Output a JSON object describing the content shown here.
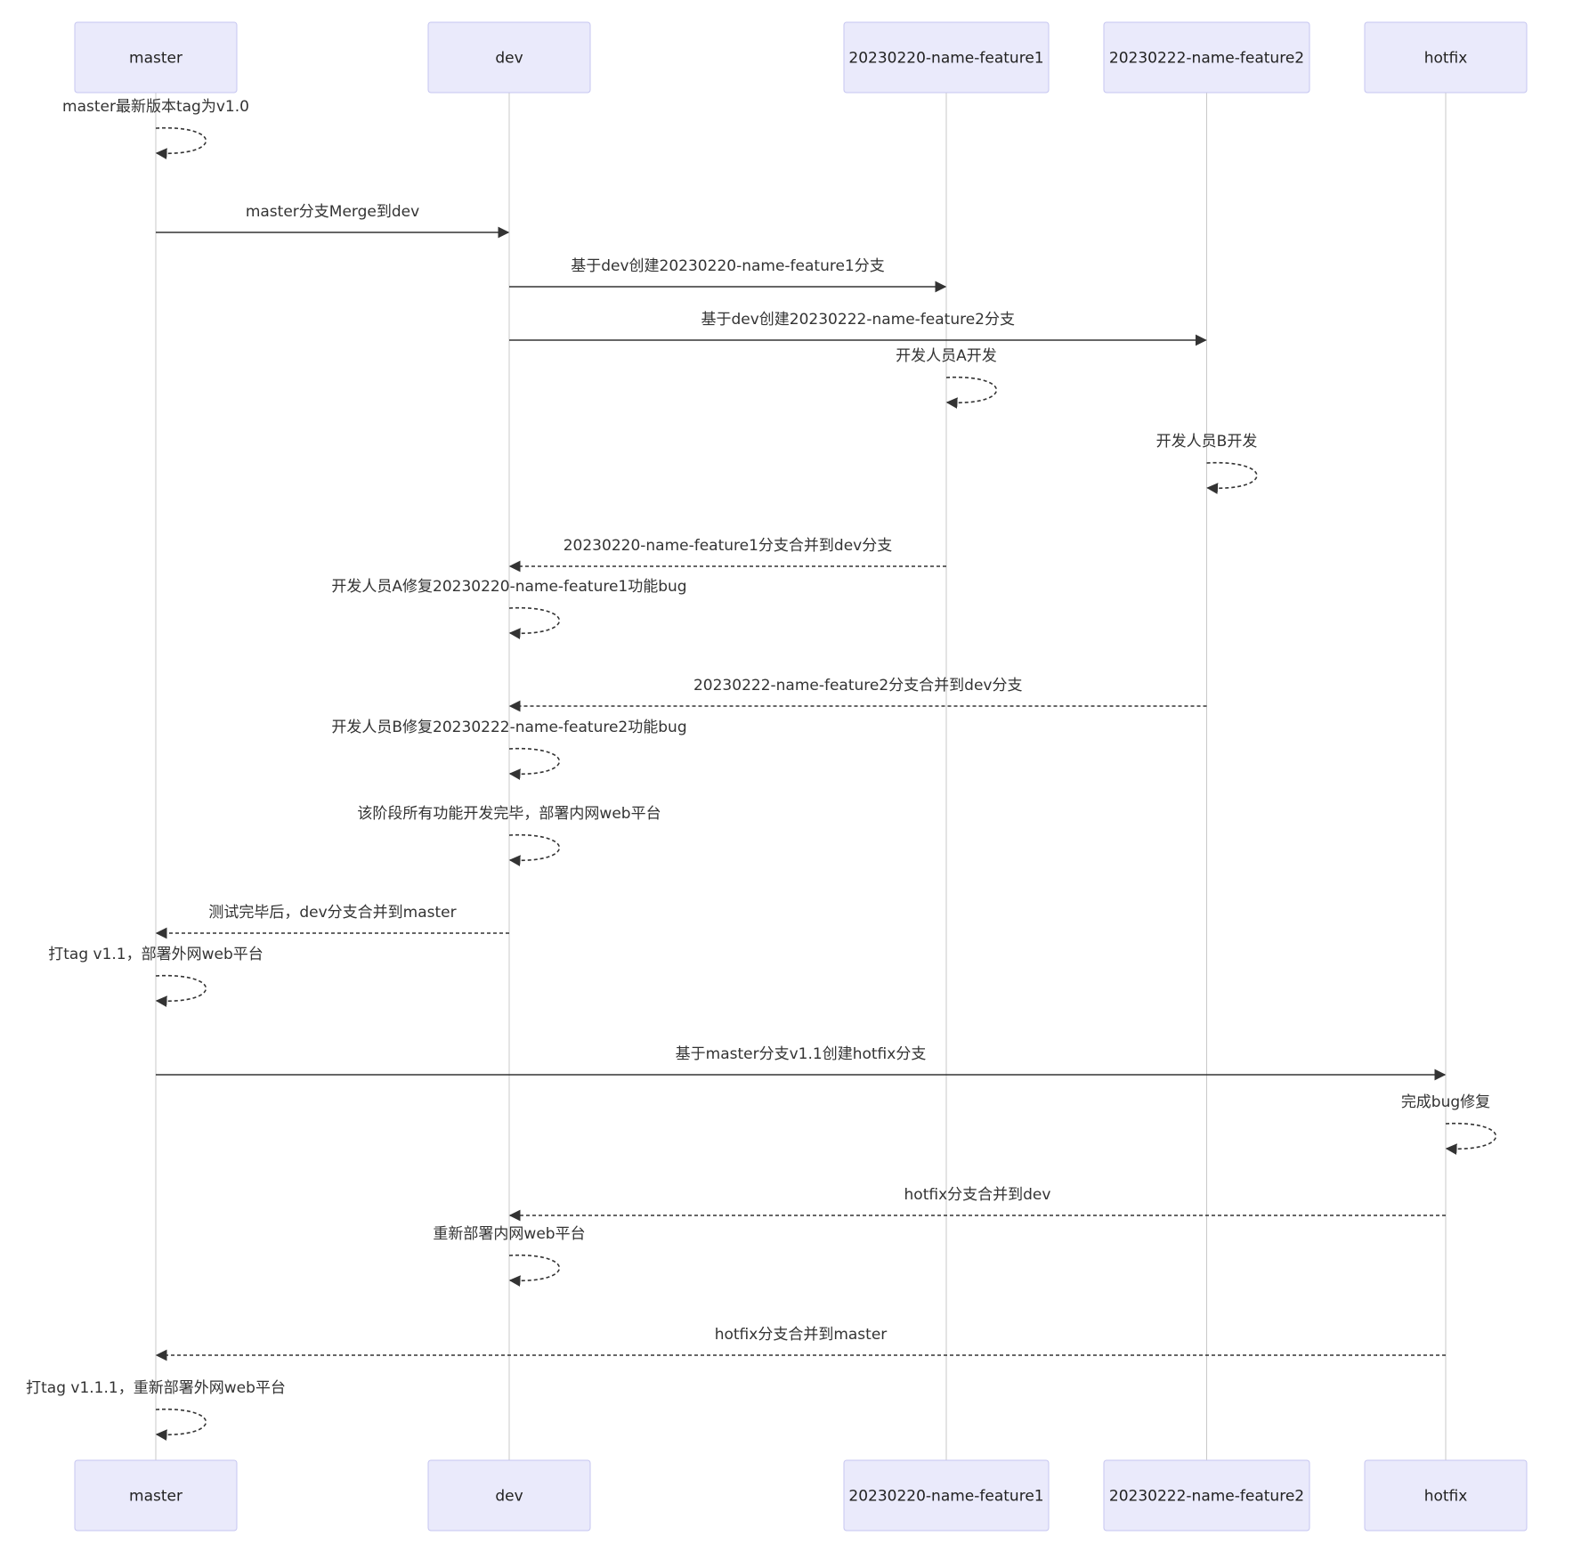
{
  "colors": {
    "actor_fill": "#eaeafb",
    "actor_stroke": "#c6c6f0",
    "lifeline": "#c9c9c9",
    "arrow": "#333333",
    "text": "#333333"
  },
  "actors": [
    {
      "id": "master",
      "label": "master"
    },
    {
      "id": "dev",
      "label": "dev"
    },
    {
      "id": "f1",
      "label": "20230220-name-feature1"
    },
    {
      "id": "f2",
      "label": "20230222-name-feature2"
    },
    {
      "id": "hotfix",
      "label": "hotfix"
    }
  ],
  "messages": [
    {
      "from": "master",
      "to": "master",
      "style": "dashed",
      "text": "master最新版本tag为v1.0"
    },
    {
      "from": "master",
      "to": "dev",
      "style": "solid",
      "text": "master分支Merge到dev"
    },
    {
      "from": "dev",
      "to": "f1",
      "style": "solid",
      "text": "基于dev创建20230220-name-feature1分支"
    },
    {
      "from": "dev",
      "to": "f2",
      "style": "solid",
      "text": "基于dev创建20230222-name-feature2分支"
    },
    {
      "from": "f1",
      "to": "f1",
      "style": "dashed",
      "text": "开发人员A开发"
    },
    {
      "from": "f2",
      "to": "f2",
      "style": "dashed",
      "text": "开发人员B开发"
    },
    {
      "from": "f1",
      "to": "dev",
      "style": "dashed",
      "text": "20230220-name-feature1分支合并到dev分支"
    },
    {
      "from": "dev",
      "to": "dev",
      "style": "dashed",
      "text": "开发人员A修复20230220-name-feature1功能bug"
    },
    {
      "from": "f2",
      "to": "dev",
      "style": "dashed",
      "text": "20230222-name-feature2分支合并到dev分支"
    },
    {
      "from": "dev",
      "to": "dev",
      "style": "dashed",
      "text": "开发人员B修复20230222-name-feature2功能bug"
    },
    {
      "from": "dev",
      "to": "dev",
      "style": "dashed",
      "text": "该阶段所有功能开发完毕，部署内网web平台"
    },
    {
      "from": "dev",
      "to": "master",
      "style": "dashed",
      "text": "测试完毕后，dev分支合并到master"
    },
    {
      "from": "master",
      "to": "master",
      "style": "dashed",
      "text": "打tag v1.1，部署外网web平台"
    },
    {
      "from": "master",
      "to": "hotfix",
      "style": "solid",
      "text": "基于master分支v1.1创建hotfix分支"
    },
    {
      "from": "hotfix",
      "to": "hotfix",
      "style": "dashed",
      "text": "完成bug修复"
    },
    {
      "from": "hotfix",
      "to": "dev",
      "style": "dashed",
      "text": "hotfix分支合并到dev"
    },
    {
      "from": "dev",
      "to": "dev",
      "style": "dashed",
      "text": "重新部署内网web平台"
    },
    {
      "from": "hotfix",
      "to": "master",
      "style": "dashed",
      "text": "hotfix分支合并到master"
    },
    {
      "from": "master",
      "to": "master",
      "style": "dashed",
      "text": "打tag v1.1.1，重新部署外网web平台"
    }
  ]
}
